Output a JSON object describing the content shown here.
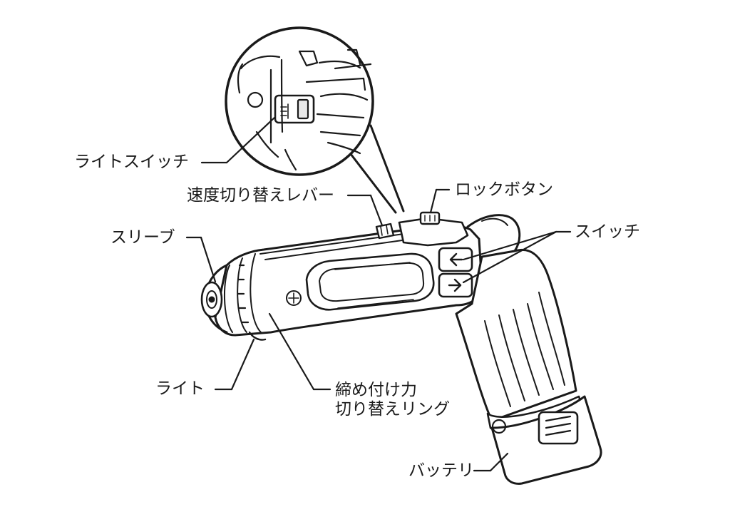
{
  "labels": {
    "light_switch": "ライトスイッチ",
    "speed_lever": "速度切り替えレバー",
    "lock_button": "ロックボタン",
    "sleeve": "スリーブ",
    "switch": "スイッチ",
    "light": "ライト",
    "torque_ring_line1": "締め付け力",
    "torque_ring_line2": "切り替えリング",
    "battery": "バッテリ"
  }
}
